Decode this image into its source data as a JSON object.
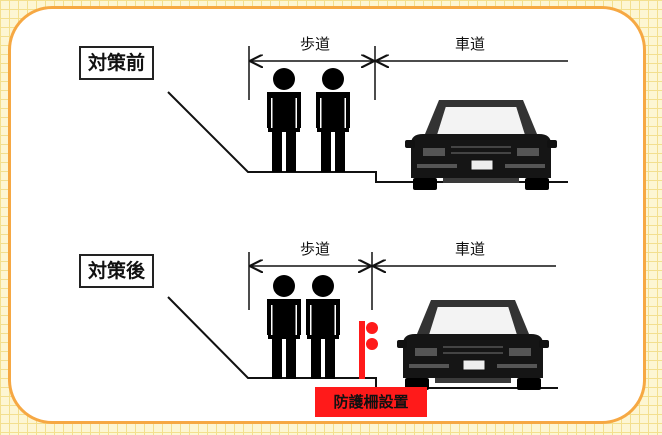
{
  "panels": [
    {
      "title": "対策前",
      "sidewalk_label": "歩道",
      "roadway_label": "車道"
    },
    {
      "title": "対策後",
      "sidewalk_label": "歩道",
      "roadway_label": "車道",
      "fence_label": "防護柵設置"
    }
  ],
  "colors": {
    "background": "#fdf6d3",
    "card_border": "#f6a843",
    "fence": "#ff1a1a",
    "silhouette": "#000000"
  }
}
